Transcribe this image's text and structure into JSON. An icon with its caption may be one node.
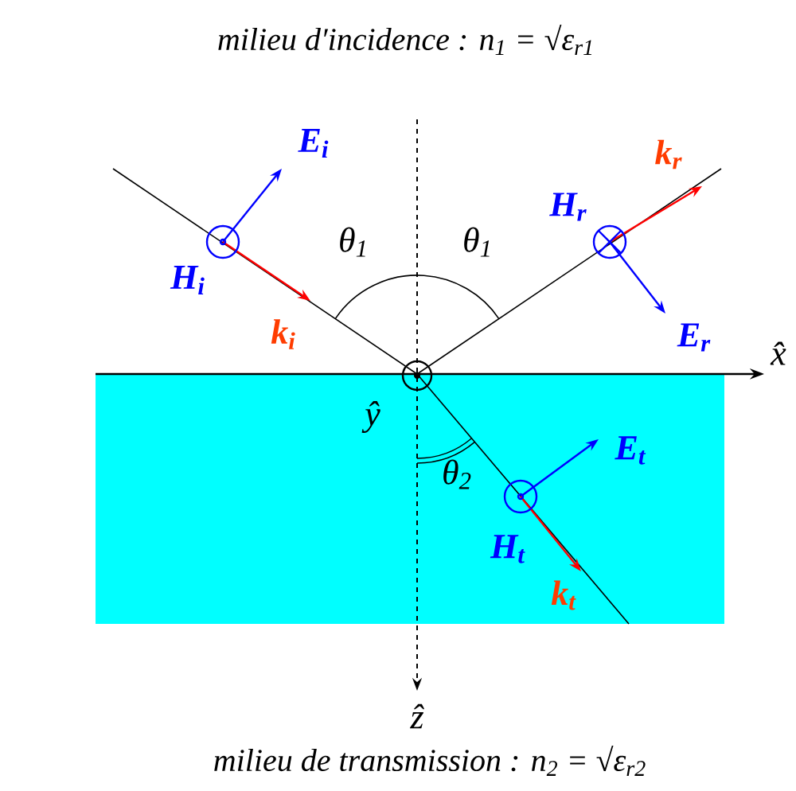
{
  "diagram": {
    "title": "milieu d′incidence : n$_{1}$ = √ε$_{r1}$",
    "caption": "milieu de transmission : n$_{2}$ = √ε$_{r2}$",
    "labels": [
      "E$_{i}$",
      "k$_{r}$",
      "H$_{r}$",
      "H$_{i}$",
      "θ$_{1}$",
      "θ$_{1}$",
      "E$_{r}$",
      "k$_{i}$",
      "x̂",
      "ŷ",
      "E$_{t}$",
      "θ$_{2}$",
      "H$_{t}$",
      "k$_{t}$",
      "ẑ"
    ]
  }
}
